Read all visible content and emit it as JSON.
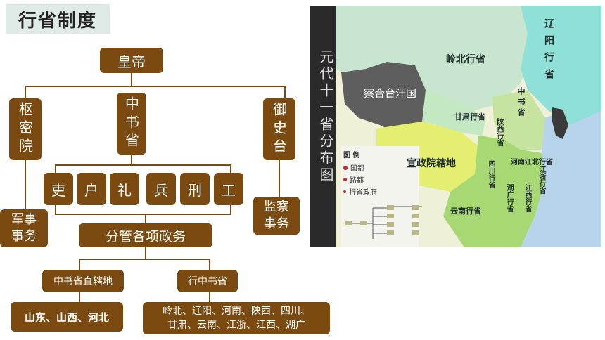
{
  "title": "行省制度",
  "org": {
    "emperor": "皇帝",
    "shumiyuan": "枢密院",
    "zhongshusheng": "中书省",
    "yushitai": "御史台",
    "military": "军事\n事务",
    "supervision": "监察\n事务",
    "six_ministries": [
      "吏",
      "户",
      "礼",
      "兵",
      "刑",
      "工"
    ],
    "govern": "分管各项政务",
    "direct_area": "中书省直辖地",
    "provinces": "行中书省",
    "direct_list": "山东、山西、河北",
    "province_list": "岭北、辽阳、河南、陕西、四川、\n甘肃、云南、江浙、江西、湖广"
  },
  "map": {
    "title": "元代十一省分布图",
    "labels": {
      "lingbei": "岭北行省",
      "liaoyang": "辽阳行省",
      "chahetai": "察合台汗国",
      "xuanzheng": "宣政院辖地",
      "gansu": "甘肃行省",
      "shaanxi": "陕西行省",
      "zhongshu": "中书省",
      "henan": "河南江北行省",
      "sichuan": "四川行省",
      "huguang": "湖广行省",
      "jiangzhe": "江浙行省",
      "jiangxi": "江西行省",
      "yunnan": "云南行省"
    },
    "legend": {
      "title": "图 例",
      "items": [
        "国都",
        "路都",
        "行省政府"
      ]
    },
    "colors": {
      "lingbei": "#c8e6cf",
      "liaoyang": "#8fe0d6",
      "chahetai": "#5e5e5e",
      "xuanzheng": "#e4ee70",
      "south": "#a7d874",
      "zhongshu": "#c6e3a0",
      "sea": "#b8d4ea",
      "korea": "#3a3a3a"
    }
  }
}
